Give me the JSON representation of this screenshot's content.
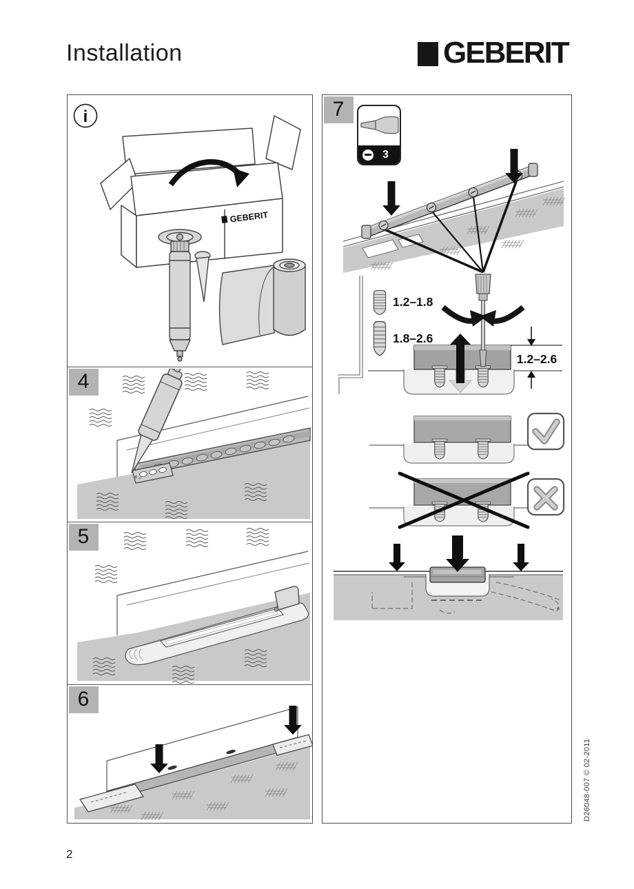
{
  "page": {
    "title": "Installation",
    "page_number": "2",
    "doc_ref": "D26048-007 © 02-2011"
  },
  "brand": {
    "logo_text": "GEBERIT"
  },
  "info_panel": {
    "icon_glyph": "i",
    "carton_logo": "GEBERIT"
  },
  "steps": {
    "s4": "4",
    "s5": "5",
    "s6": "6",
    "s7": "7"
  },
  "tool": {
    "name": "slotted-screwdriver",
    "size_label": "3"
  },
  "measurements": {
    "screw_short": "1.2–1.8",
    "screw_long": "1.8–2.6",
    "channel_height": "1.2–2.6"
  },
  "colors": {
    "ink": "#1a1a1a",
    "line": "#444444",
    "panel_label_bg": "#b3b3b3",
    "fill_light": "#c9c9c9",
    "fill_mid": "#b5b5b5",
    "fill_dark": "#9e9e9e"
  }
}
